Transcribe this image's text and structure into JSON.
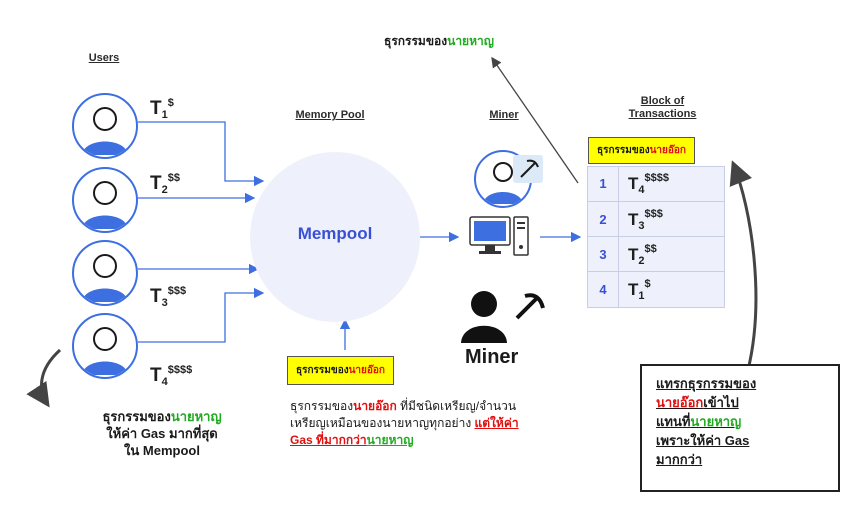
{
  "headers": {
    "users": "Users",
    "memory_pool": "Memory Pool",
    "miner": "Miner",
    "block": [
      "Block of",
      "Transactions"
    ]
  },
  "top_label": {
    "prefix": "ธุรกรรมของ",
    "name": "นายหาญ"
  },
  "users": [
    {
      "t": "T",
      "sub": "1",
      "fee": "$"
    },
    {
      "t": "T",
      "sub": "2",
      "fee": "$$"
    },
    {
      "t": "T",
      "sub": "3",
      "fee": "$$$"
    },
    {
      "t": "T",
      "sub": "4",
      "fee": "$$$$"
    }
  ],
  "mempool_label": "Mempool",
  "block_header_box": {
    "prefix": "ธุรกรรมของ",
    "name": "นายอ๊อก"
  },
  "block_rows": [
    {
      "num": "1",
      "t": "T",
      "sub": "4",
      "fee": "$$$$"
    },
    {
      "num": "2",
      "t": "T",
      "sub": "3",
      "fee": "$$$"
    },
    {
      "num": "3",
      "t": "T",
      "sub": "2",
      "fee": "$$"
    },
    {
      "num": "4",
      "t": "T",
      "sub": "1",
      "fee": "$"
    }
  ],
  "miner_big_label": "Miner",
  "mempool_box": {
    "prefix": "ธุรกรรมของ",
    "name": "นายอ๊อก"
  },
  "left_note": {
    "prefix": "ธุรกรรมของ",
    "name": "นายหาญ",
    "line2": "ให้ค่า Gas มากที่สุด",
    "line3": "ใน Mempool"
  },
  "middle_note": {
    "p1": "ธุรกรรมของ",
    "p2": "นายอ๊อก",
    "p3": " ที่มีชนิดเหรียญ/จำนวน",
    "p4": "เหรียญเหมือนของนายหาญทุกอย่าง ",
    "p5": "แต่ให้ค่า",
    "p6": "Gas ที่มากกว่า",
    "p7": "นายหาญ"
  },
  "callout": {
    "l1": "แทรกธุรกรรมของ",
    "l2a": "นายอ๊อก",
    "l2b": "เข้าไป",
    "l3a": "แทนที่",
    "l3b": "นายหาญ",
    "l4": "เพราะให้ค่า Gas",
    "l5": "มากกว่า"
  },
  "colors": {
    "accent_blue": "#3d6fe0",
    "yellow": "#ffff00",
    "green": "#22aa22",
    "red": "#e01010"
  }
}
